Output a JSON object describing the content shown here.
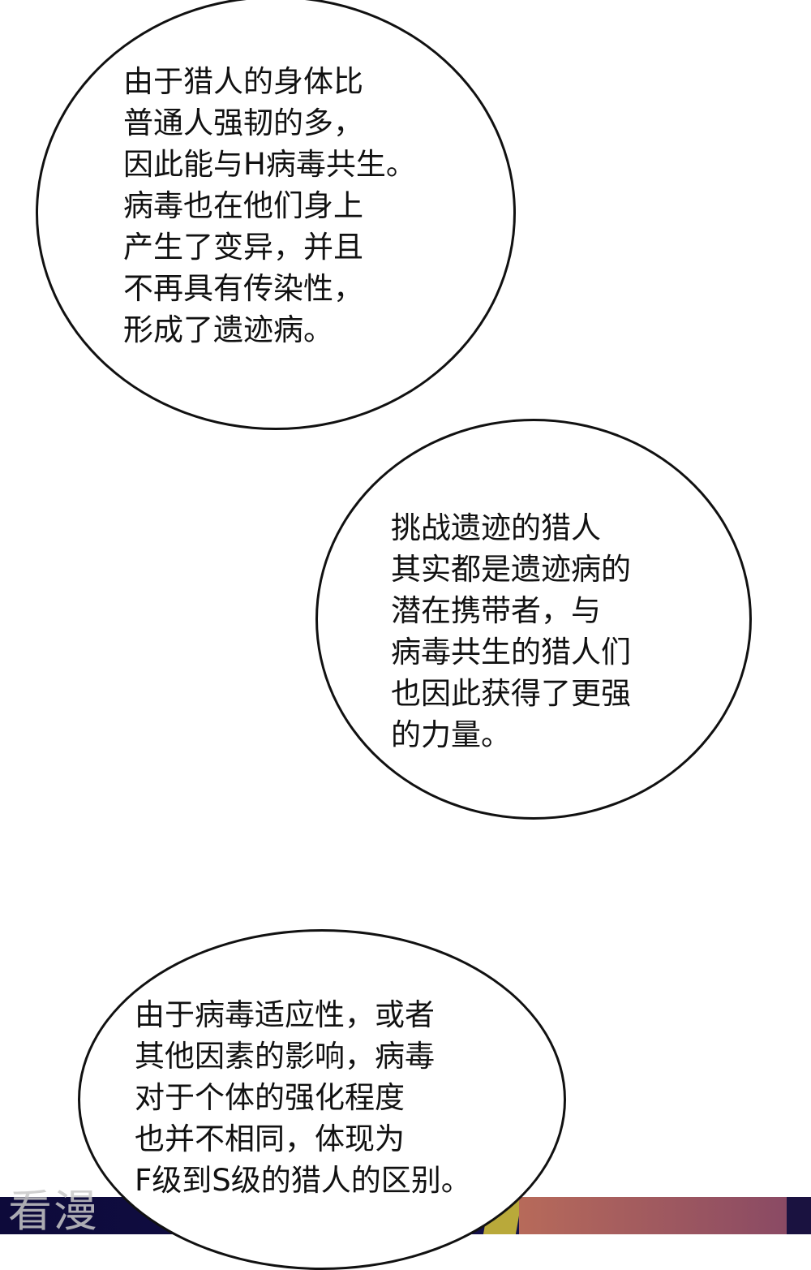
{
  "bubbles": [
    {
      "lines": [
        "由于猎人的身体比",
        "普通人强韧的多，",
        "因此能与H病毒共生。",
        "病毒也在他们身上",
        "产生了变异，并且",
        "不再具有传染性，",
        "形成了遗迹病。"
      ]
    },
    {
      "lines": [
        "挑战遗迹的猎人",
        "其实都是遗迹病的",
        "潜在携带者，与",
        "病毒共生的猎人们",
        "也因此获得了更强",
        "的力量。"
      ]
    },
    {
      "lines": [
        "由于病毒适应性，或者",
        "其他因素的影响，病毒",
        "对于个体的强化程度",
        "也并不相同，体现为",
        "F级到S级的猎人的区别。"
      ]
    }
  ],
  "watermark": "看漫"
}
